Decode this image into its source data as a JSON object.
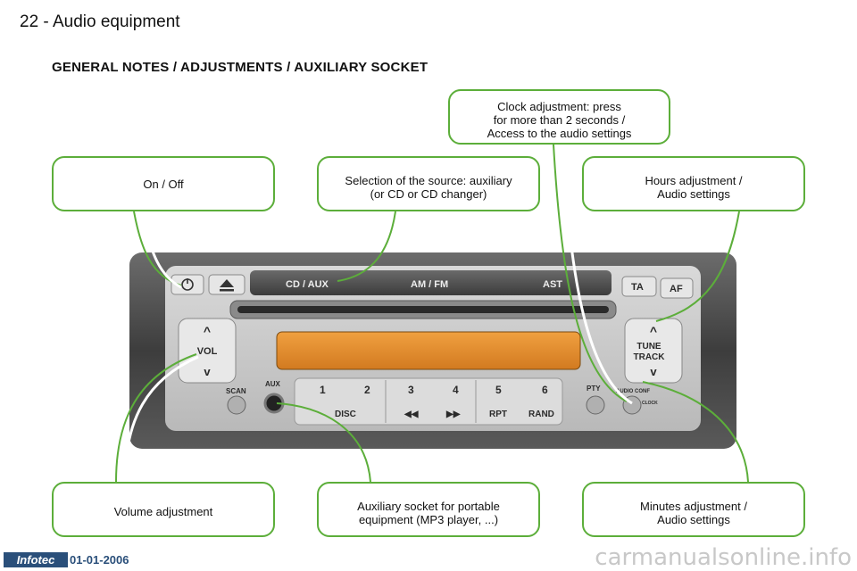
{
  "header": {
    "page_title": "22 - Audio equipment"
  },
  "section": {
    "title": "GENERAL NOTES / ADJUSTMENTS / AUXILIARY SOCKET"
  },
  "callouts": {
    "on_off": "On / Off",
    "source_line1": "Selection of the source: auxiliary",
    "source_line2": "(or CD or CD changer)",
    "clock_line1": "Clock adjustment: press",
    "clock_line2": "for more than 2 seconds /",
    "clock_line3": "Access to the audio settings",
    "hours_line1": "Hours adjustment /",
    "hours_line2": "Audio settings",
    "volume": "Volume adjustment",
    "aux_line1": "Auxiliary socket for portable",
    "aux_line2": "equipment (MP3 player, ...)",
    "minutes_line1": "Minutes adjustment /",
    "minutes_line2": "Audio settings"
  },
  "radio": {
    "cd_aux": "CD / AUX",
    "am_fm": "AM / FM",
    "ast": "AST",
    "ta": "TA",
    "af": "AF",
    "vol": "VOL",
    "scan": "SCAN",
    "aux": "AUX",
    "preset1": "1",
    "preset2": "2",
    "preset3": "3",
    "preset4": "4",
    "preset5": "5",
    "preset6": "6",
    "disc": "DISC",
    "rpt": "RPT",
    "rand": "RAND",
    "pty": "PTY",
    "audio_conf": "AUDIO CONF",
    "clock": "CLOCK",
    "tune": "TUNE",
    "track": "TRACK"
  },
  "footer": {
    "logo": "Infotec",
    "date": "01-01-2006",
    "watermark": "carmanualsonline.info"
  },
  "colors": {
    "callout_border": "#5cae3a",
    "display": "#e8902a",
    "footer_blue": "#2a4f7a"
  }
}
